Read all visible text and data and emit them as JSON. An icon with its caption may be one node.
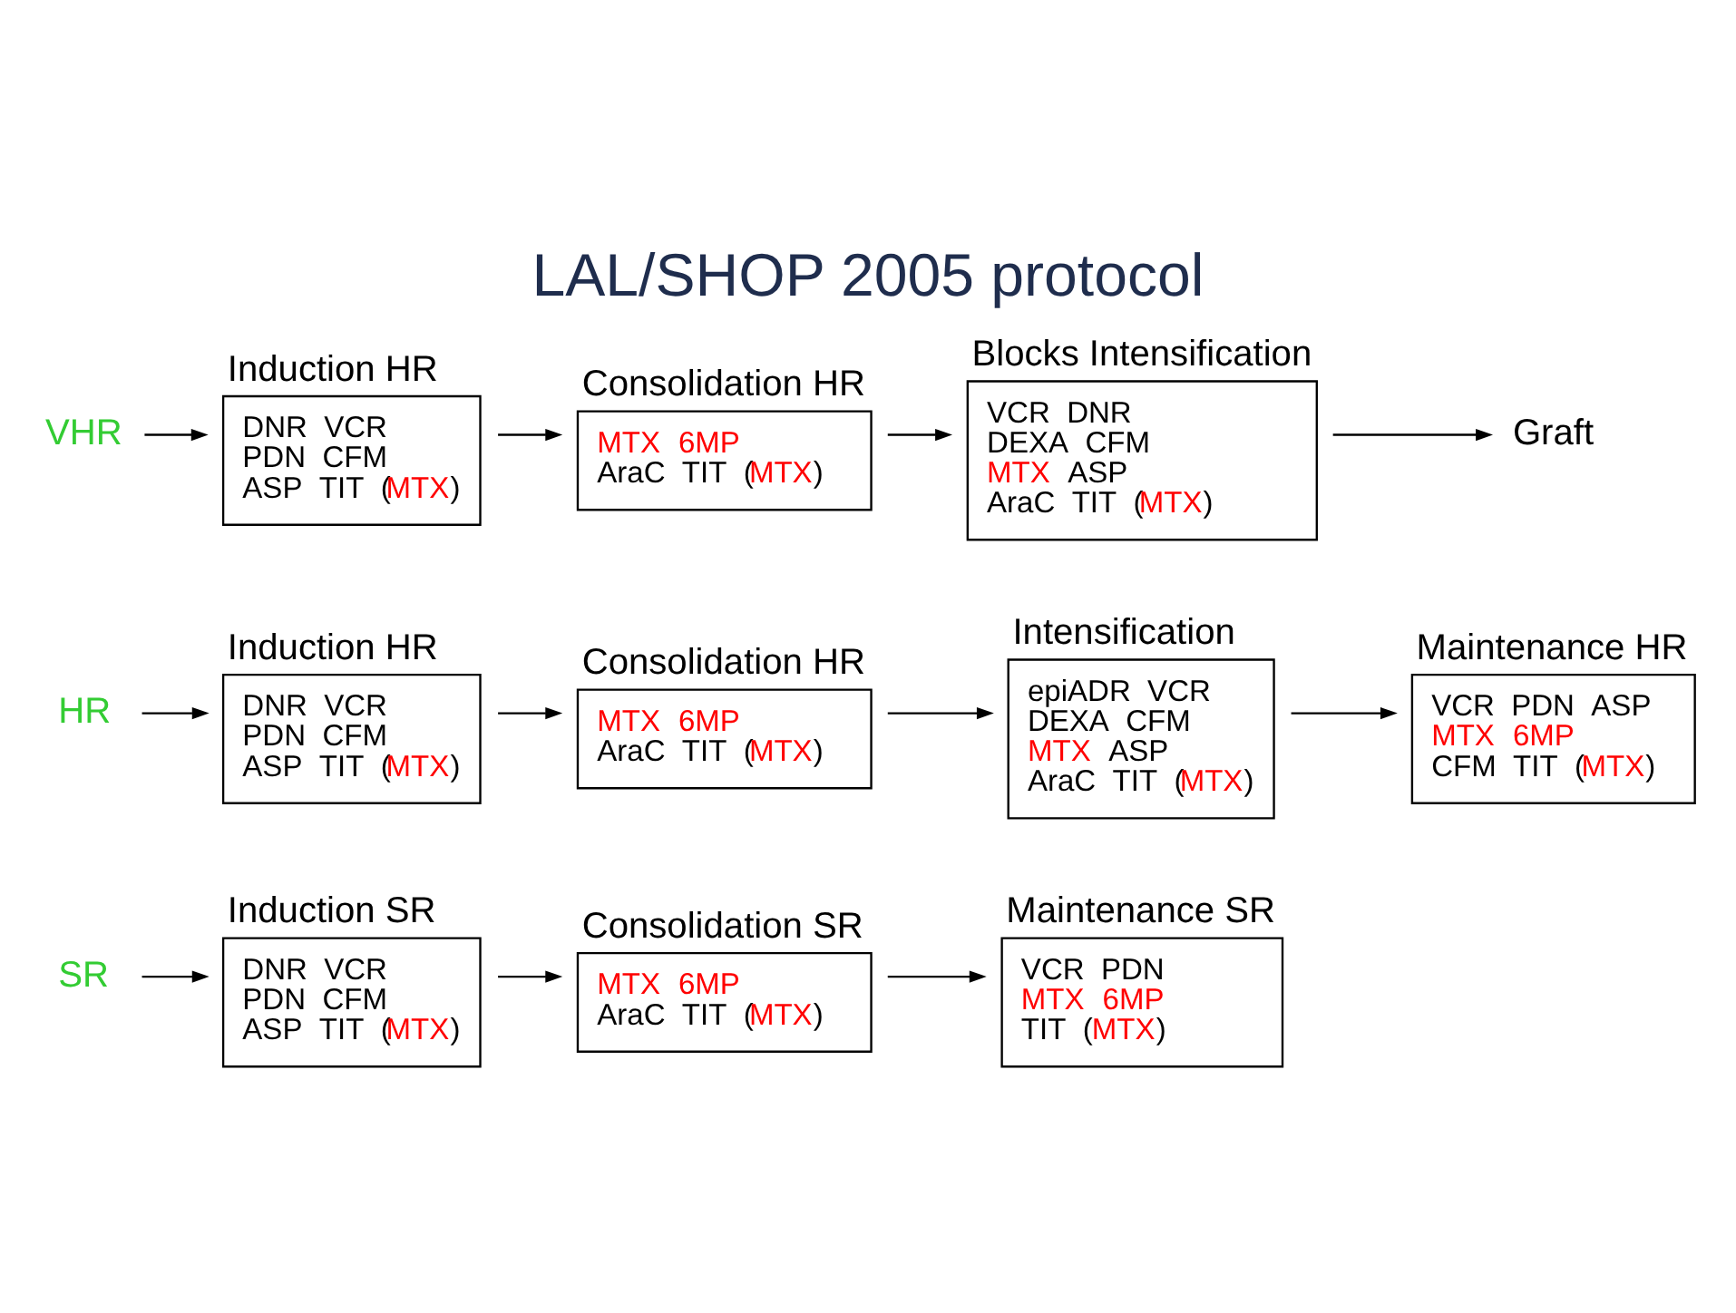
{
  "diagram": {
    "title": "LAL/SHOP 2005 protocol",
    "nodes": [
      {
        "text": [
          "SR"
        ]
      },
      {
        "text": [
          "Induction SR",
          "DNR VCR",
          "PDN CFM",
          "ASP TIT (MTX)"
        ]
      },
      {
        "text": [
          "Consolidation SR",
          "MTX 6MP",
          "AraC TIT (MTX)"
        ]
      },
      {
        "text": [
          "Maintenance SR",
          "VCR PDN",
          "MTX 6MP",
          "TIT (MTX)"
        ]
      },
      {
        "text": [
          "HR"
        ]
      },
      {
        "text": [
          "Induction HR",
          "DNR VCR",
          "PDN CFM",
          "ASP TIT (MTX)"
        ]
      },
      {
        "text": [
          "Consolidation HR",
          "MTX 6MP",
          "AraC TIT (MTX)"
        ]
      },
      {
        "text": [
          "Intensification",
          "epiADR VCR",
          "DEXA CFM",
          "MTX ASP",
          "AraC TIT (MTX)"
        ]
      },
      {
        "text": [
          "Maintenance HR",
          "VCR PDN ASP",
          "MTX 6MP",
          "CFM TIT (MTX)"
        ]
      },
      {
        "text": [
          "VHR"
        ]
      },
      {
        "text": [
          "Induction HR",
          "DNR VCR",
          "PDN CFM",
          "ASP TIT (MTX)"
        ]
      },
      {
        "text": [
          "Consolidation HR",
          "MTX 6MP",
          "AraC TIT (MTX)"
        ]
      },
      {
        "text": [
          "Blocks Intensification",
          "VCR DNR",
          "DEXA CFM",
          "MTX ASP",
          "AraC TIT (MTX)"
        ]
      },
      {
        "text": [
          "Graft"
        ]
      }
    ],
    "edges": [
      {
        "from": 0,
        "to": 1,
        "arrow": "to"
      },
      {
        "from": 1,
        "to": 2,
        "arrow": "to"
      },
      {
        "from": 2,
        "to": 3,
        "arrow": "to"
      },
      {
        "from": 4,
        "to": 5,
        "arrow": "to"
      },
      {
        "from": 5,
        "to": 6,
        "arrow": "to"
      },
      {
        "from": 6,
        "to": 7,
        "arrow": "to"
      },
      {
        "from": 7,
        "to": 8,
        "arrow": "to"
      },
      {
        "from": 9,
        "to": 10,
        "arrow": "to"
      },
      {
        "from": 10,
        "to": 11,
        "arrow": "to"
      },
      {
        "from": 11,
        "to": 12,
        "arrow": "to"
      },
      {
        "from": 12,
        "to": 13,
        "arrow": "to"
      }
    ]
  }
}
